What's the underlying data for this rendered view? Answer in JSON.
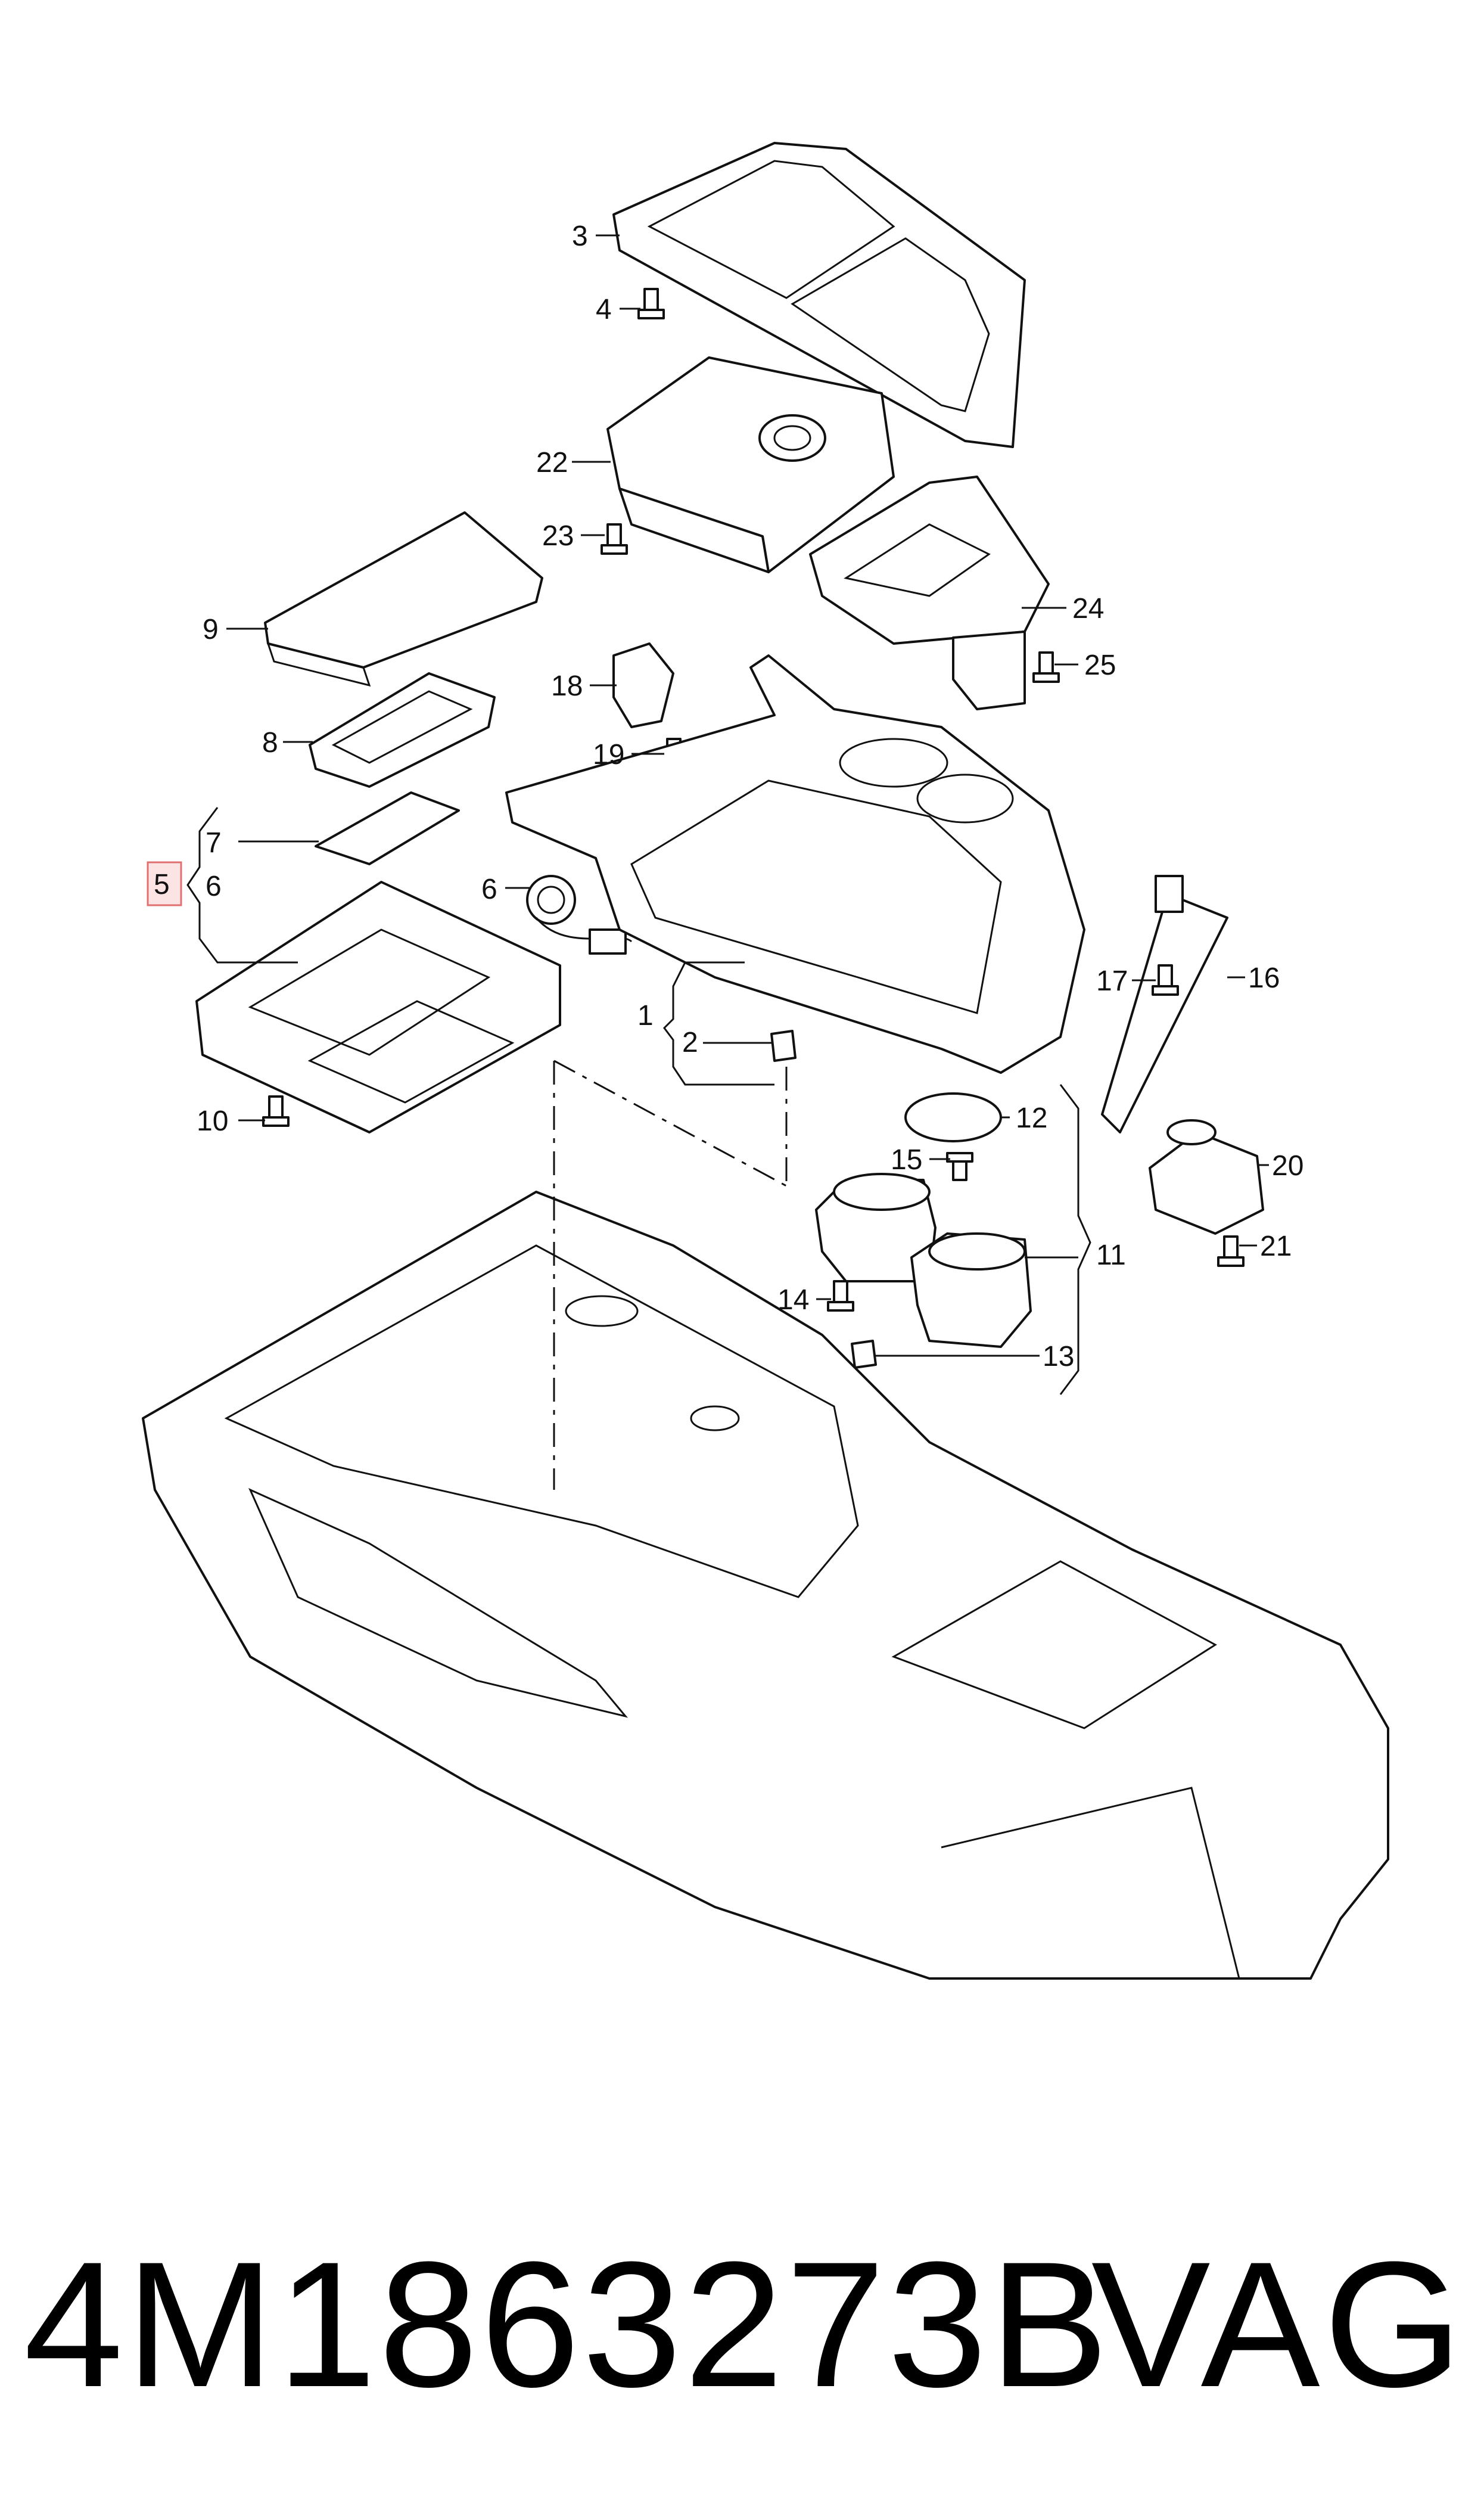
{
  "callouts": [
    "1",
    "2",
    "3",
    "4",
    "5",
    "6",
    "6",
    "7",
    "8",
    "9",
    "10",
    "11",
    "12",
    "13",
    "14",
    "15",
    "16",
    "17",
    "18",
    "19",
    "20",
    "21",
    "22",
    "23",
    "24",
    "25"
  ],
  "highlighted_callout": "5",
  "footer": {
    "part_number": "4M1863273B",
    "brand": "VAG"
  },
  "colors": {
    "line": "#111111",
    "highlight_fill": "#fde4e4",
    "highlight_stroke": "#e07070"
  }
}
